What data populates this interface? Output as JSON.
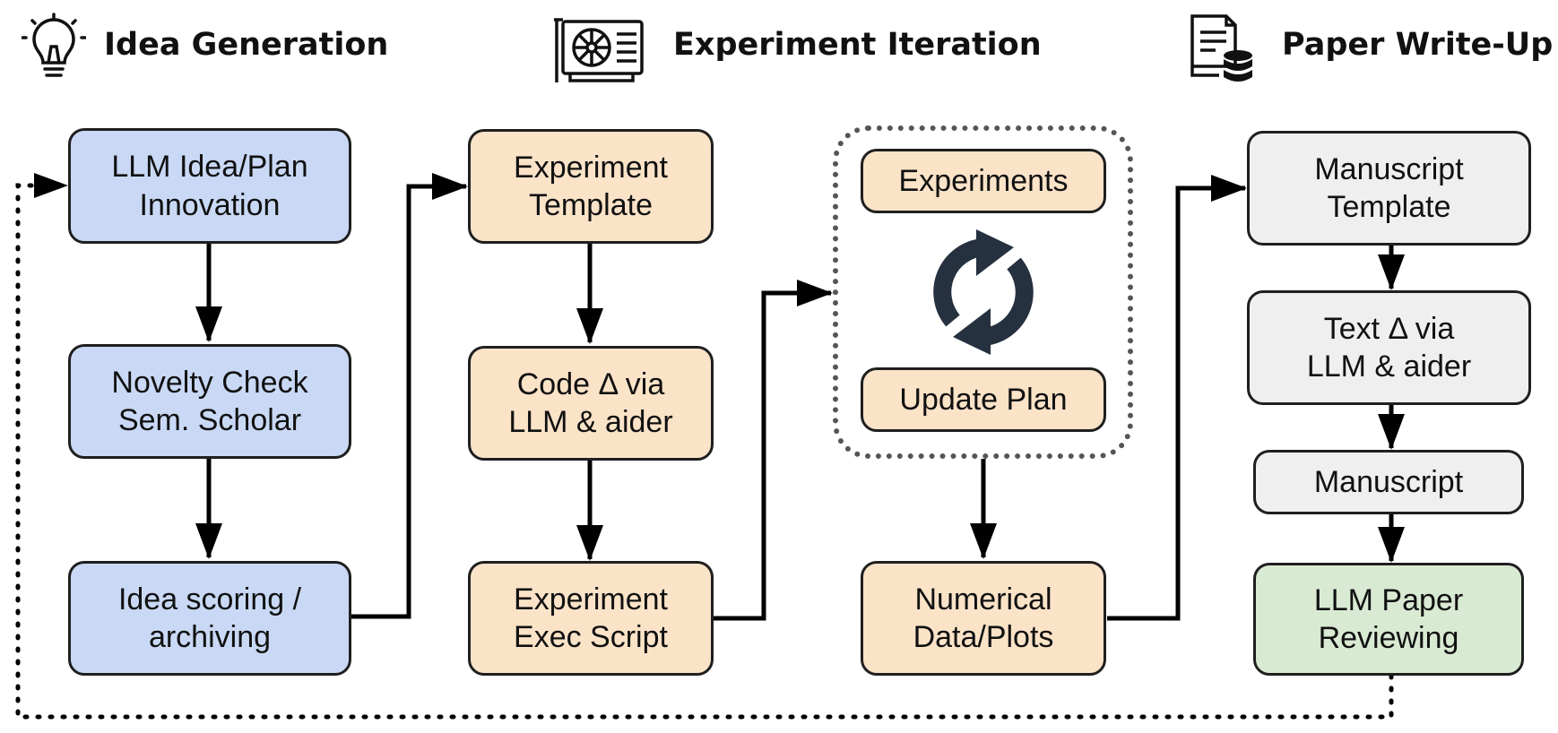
{
  "stages": {
    "idea": "Idea Generation",
    "experiment": "Experiment Iteration",
    "paper": "Paper Write-Up"
  },
  "boxes": {
    "llm_idea": "LLM Idea/Plan\nInnovation",
    "novelty": "Novelty Check\nSem. Scholar",
    "scoring": "Idea scoring /\narchiving",
    "exp_template": "Experiment\nTemplate",
    "code_delta": "Code Δ via\nLLM & aider",
    "exec_script": "Experiment\nExec Script",
    "experiments": "Experiments",
    "update_plan": "Update Plan",
    "numerical": "Numerical\nData/Plots",
    "ms_template": "Manuscript\nTemplate",
    "text_delta": "Text Δ via\nLLM & aider",
    "manuscript": "Manuscript",
    "review": "LLM Paper\nReviewing"
  },
  "icons": [
    "lightbulb-icon",
    "gpu-card-icon",
    "document-database-icon",
    "refresh-cycle-icon"
  ],
  "colors": {
    "idea_boxes": "#c9d9f5",
    "experiment_boxes": "#fbe3c8",
    "paper_boxes": "#efefef",
    "review_box": "#d9ead3"
  }
}
